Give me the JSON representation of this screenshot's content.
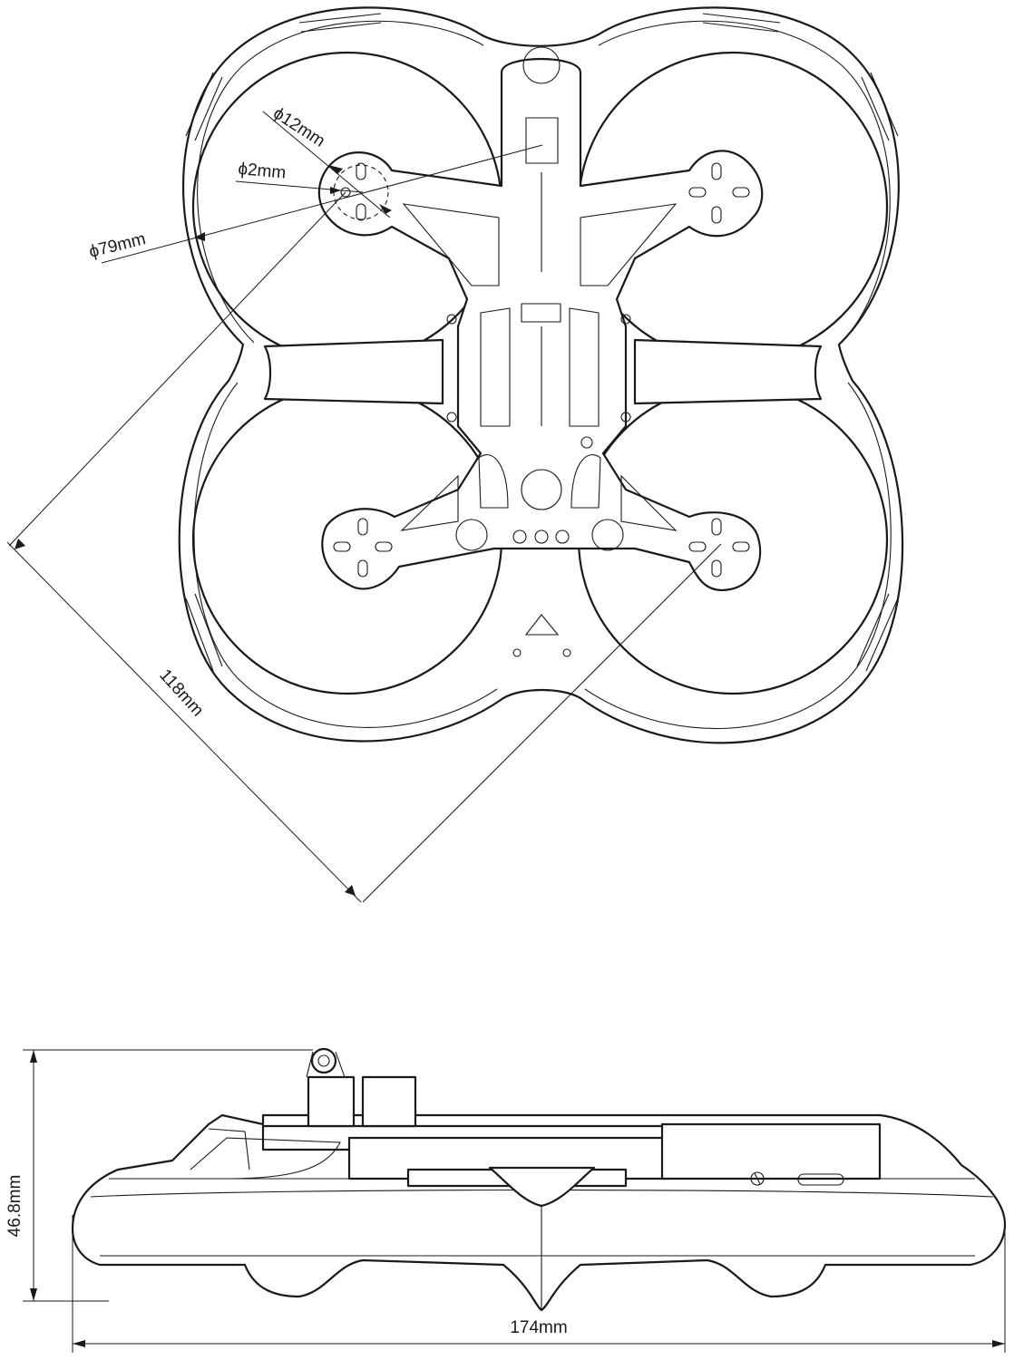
{
  "top_view": {
    "prop_guard_label": "ϕ79mm",
    "mount_outer_label": "ϕ12mm",
    "hole_label": "ϕ2mm",
    "wheelbase_label": "118mm"
  },
  "side_view": {
    "height_label": "46.8mm",
    "width_label": "174mm"
  }
}
